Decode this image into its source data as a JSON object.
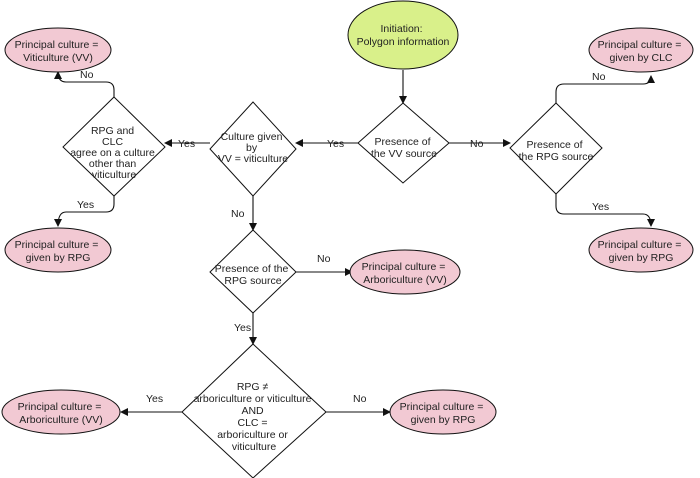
{
  "colors": {
    "start_fill": "#d9f08a",
    "result_fill": "#f2c9d3",
    "decision_fill": "#ffffff",
    "stroke": "#111111"
  },
  "nodes": {
    "start": [
      "Initiation:",
      "Polygon information"
    ],
    "vv_source": [
      "Presence of",
      "the VV source"
    ],
    "rpg_source_right": [
      "Presence of",
      "the RPG source"
    ],
    "culture_vv": [
      "Culture given",
      "by",
      "VV = viticulture"
    ],
    "rpg_clc_agree": [
      "RPG and",
      "CLC",
      "agree on a culture",
      "other than",
      "viticulture"
    ],
    "rpg_source_mid": [
      "Presence of the",
      "RPG source"
    ],
    "rpg_clc_condition": [
      "RPG ≠",
      "arboriculture or viticulture",
      "AND",
      "CLC =",
      "arboriculture or",
      "viticulture"
    ],
    "res_viticulture": [
      "Principal culture =",
      "Viticulture (VV)"
    ],
    "res_rpg_left": [
      "Principal culture =",
      "given by RPG"
    ],
    "res_clc_right": [
      "Principal culture =",
      "given by CLC"
    ],
    "res_rpg_right": [
      "Principal culture =",
      "given by RPG"
    ],
    "res_arbo_mid": [
      "Principal culture =",
      "Arboriculture (VV)"
    ],
    "res_arbo_bottom": [
      "Principal culture =",
      "Arboriculture (VV)"
    ],
    "res_rpg_bottom": [
      "Principal culture =",
      "given by RPG"
    ]
  },
  "edges": {
    "vv_yes": "Yes",
    "vv_no": "No",
    "rpg_right_no": "No",
    "rpg_right_yes": "Yes",
    "culture_yes": "Yes",
    "culture_no": "No",
    "agree_no": "No",
    "agree_yes": "Yes",
    "rpg_mid_no": "No",
    "rpg_mid_yes": "Yes",
    "cond_yes": "Yes",
    "cond_no": "No"
  }
}
